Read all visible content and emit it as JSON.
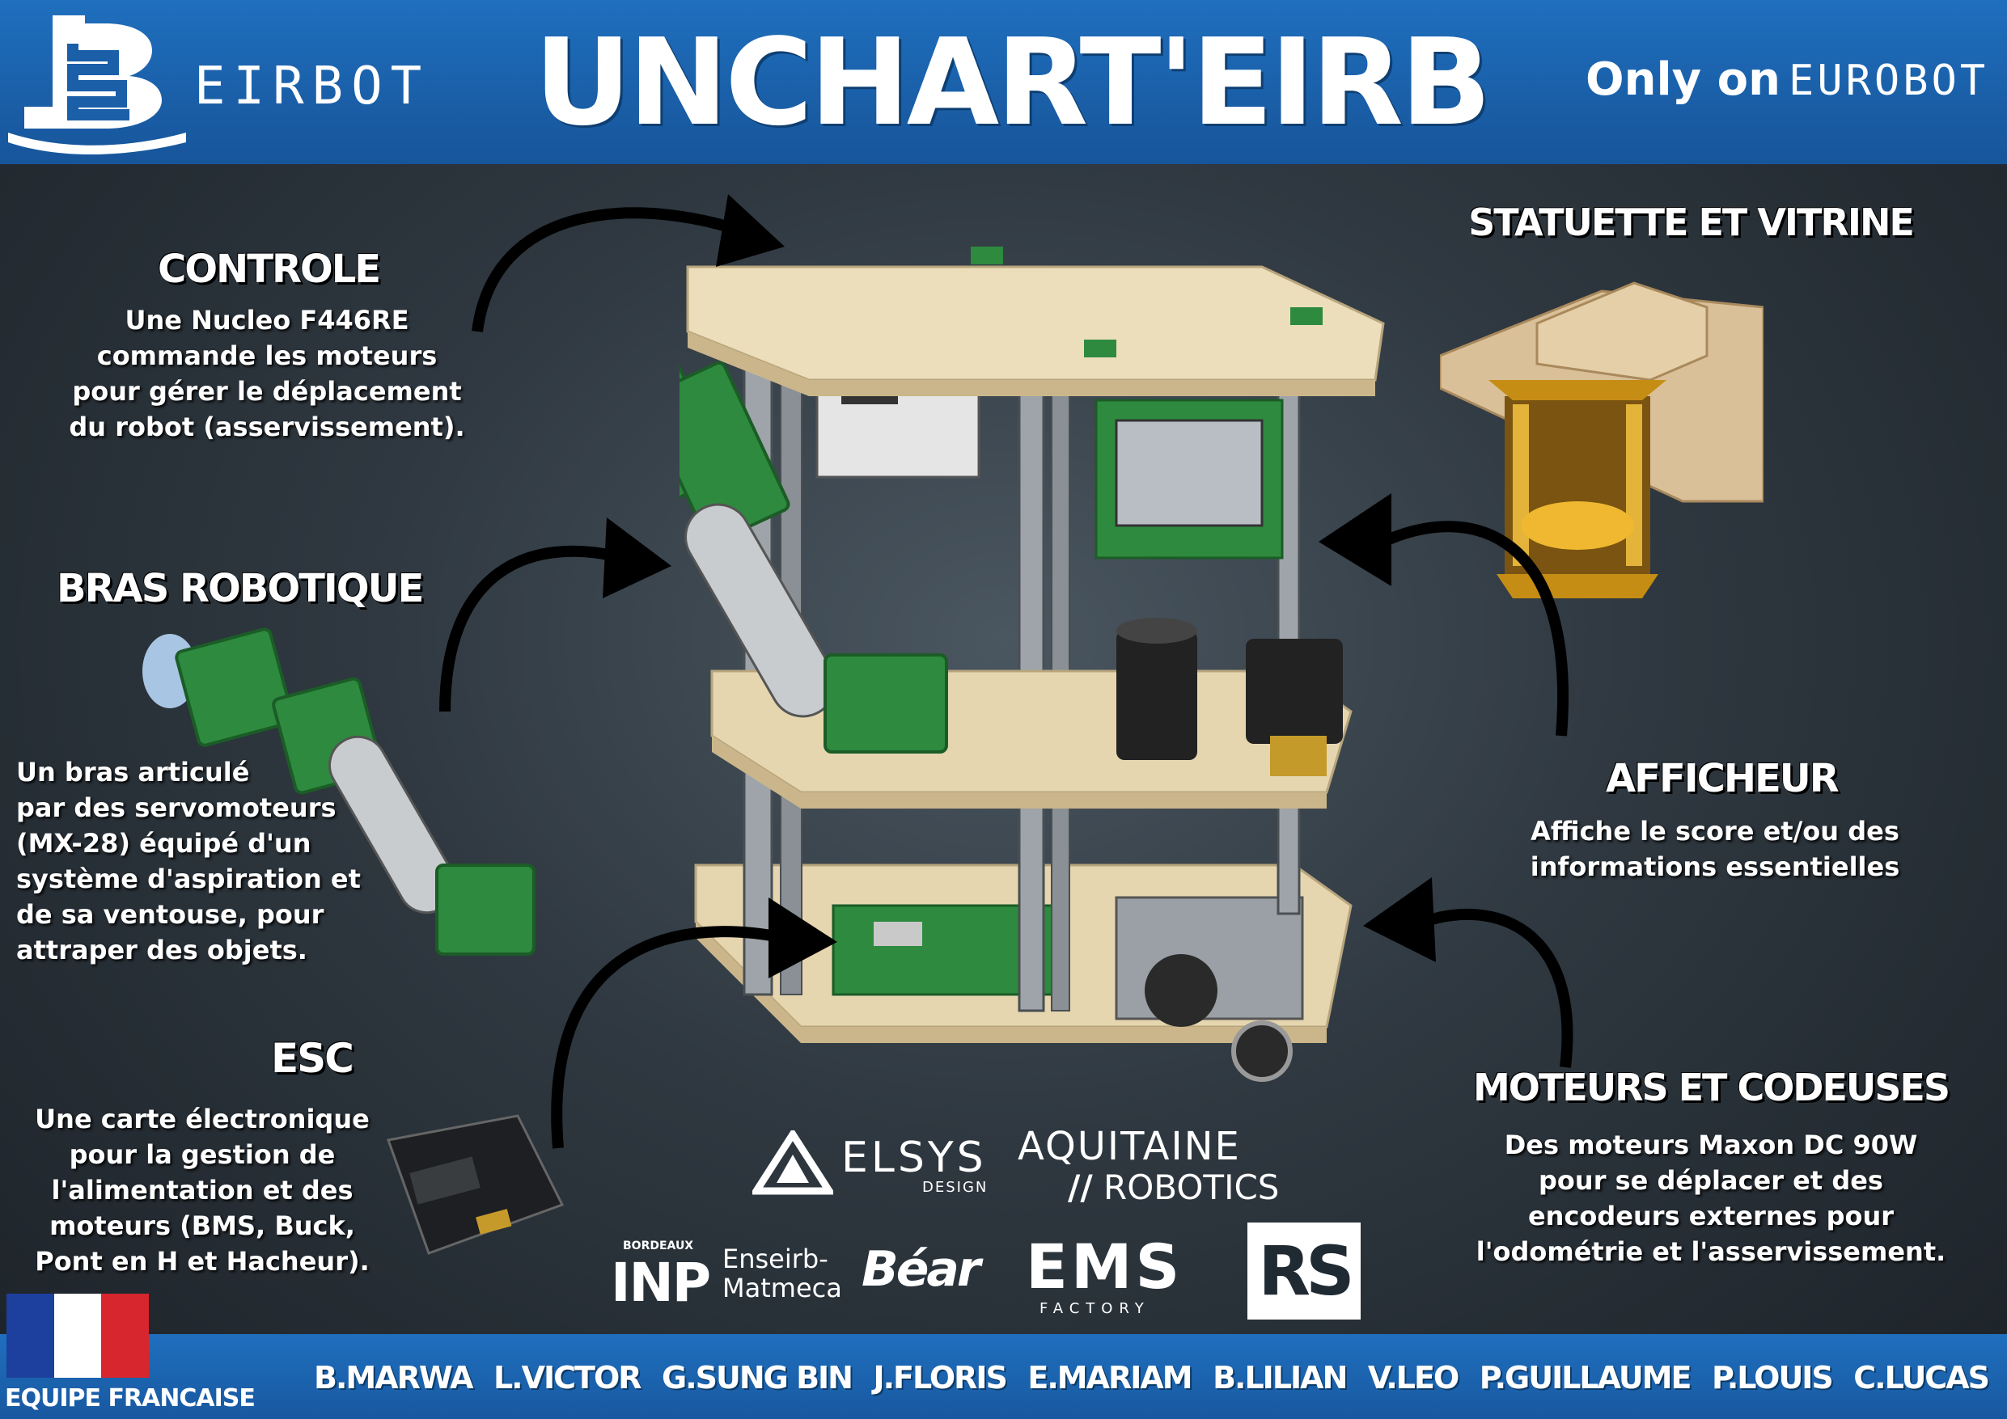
{
  "header": {
    "brand": "EIRBOT",
    "title": "UNCHART'EIRB",
    "only_on": "Only on",
    "competition": "EUROBOT"
  },
  "sections": {
    "controle": {
      "title": "CONTROLE",
      "lines": [
        "Une Nucleo F446RE",
        "commande les moteurs",
        "pour gérer le déplacement",
        "du robot (asservissement)."
      ]
    },
    "bras": {
      "title": "BRAS ROBOTIQUE",
      "lines": [
        "Un bras articulé",
        "par des servomoteurs",
        "(MX-28) équipé d'un",
        "système d'aspiration et",
        "de sa ventouse, pour",
        "attraper des objets."
      ]
    },
    "esc": {
      "title": "ESC",
      "lines": [
        "Une carte électronique",
        "pour la gestion de",
        "l'alimentation et des",
        "moteurs (BMS, Buck,",
        "Pont en H et Hacheur)."
      ]
    },
    "statuette": {
      "title": "STATUETTE ET VITRINE"
    },
    "afficheur": {
      "title": "AFFICHEUR",
      "lines": [
        "Affiche le score et/ou des",
        "informations essentielles"
      ]
    },
    "moteurs": {
      "title": "MOTEURS ET CODEUSES",
      "lines": [
        "Des moteurs Maxon DC 90W",
        "pour se déplacer et des",
        "encodeurs externes pour",
        "l'odométrie et l'asservissement."
      ]
    }
  },
  "sponsors": {
    "elsys_name": "ELSYS",
    "elsys_sub": "DESIGN",
    "aquitaine_1": "AQUITAINE",
    "aquitaine_2": "ROBOTICS",
    "inp_small": "BORDEAUX",
    "inp": "INP",
    "enseirb_1": "Enseirb-",
    "enseirb_2": "Matmeca",
    "bear": "Béar",
    "ems": "EMS",
    "ems_sub": "FACTORY",
    "rs": "RS"
  },
  "footer": {
    "team_label": "EQUIPE FRANCAISE",
    "members": [
      "B.MARWA",
      "L.VICTOR",
      "G.SUNG BIN",
      "J.FLORIS",
      "E.MARIAM",
      "B.LILIAN",
      "V.LEO",
      "P.GUILLAUME",
      "P.LOUIS",
      "C.LUCAS"
    ]
  },
  "colors": {
    "header_blue": "#1a5fa8",
    "pcb_green": "#2e8a3e",
    "wood": "#e8d9b5",
    "aluminium": "#b7bcc0",
    "flag_blue": "#1d3f9e",
    "flag_white": "#ffffff",
    "flag_red": "#d7262e"
  }
}
